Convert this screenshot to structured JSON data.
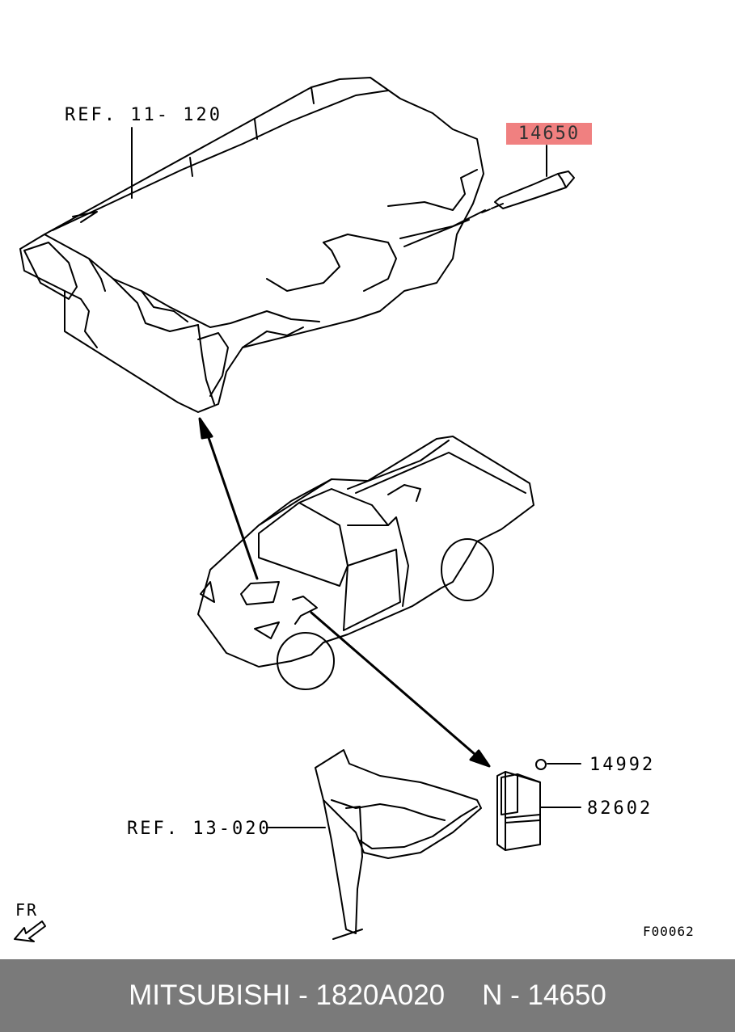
{
  "callouts": {
    "ref_cylinder_head": "REF. 11- 120",
    "part_glow_plug": "14650",
    "part_nut": "14992",
    "part_relay": "82602",
    "ref_bracket": "REF. 13-020",
    "direction": "FR",
    "figure_code": "F00062"
  },
  "highlight_color": "#f08080",
  "footer": {
    "brand_code": "MITSUBISHI - 1820A020",
    "part_number": "N - 14650",
    "background": "#7a7a7a"
  }
}
